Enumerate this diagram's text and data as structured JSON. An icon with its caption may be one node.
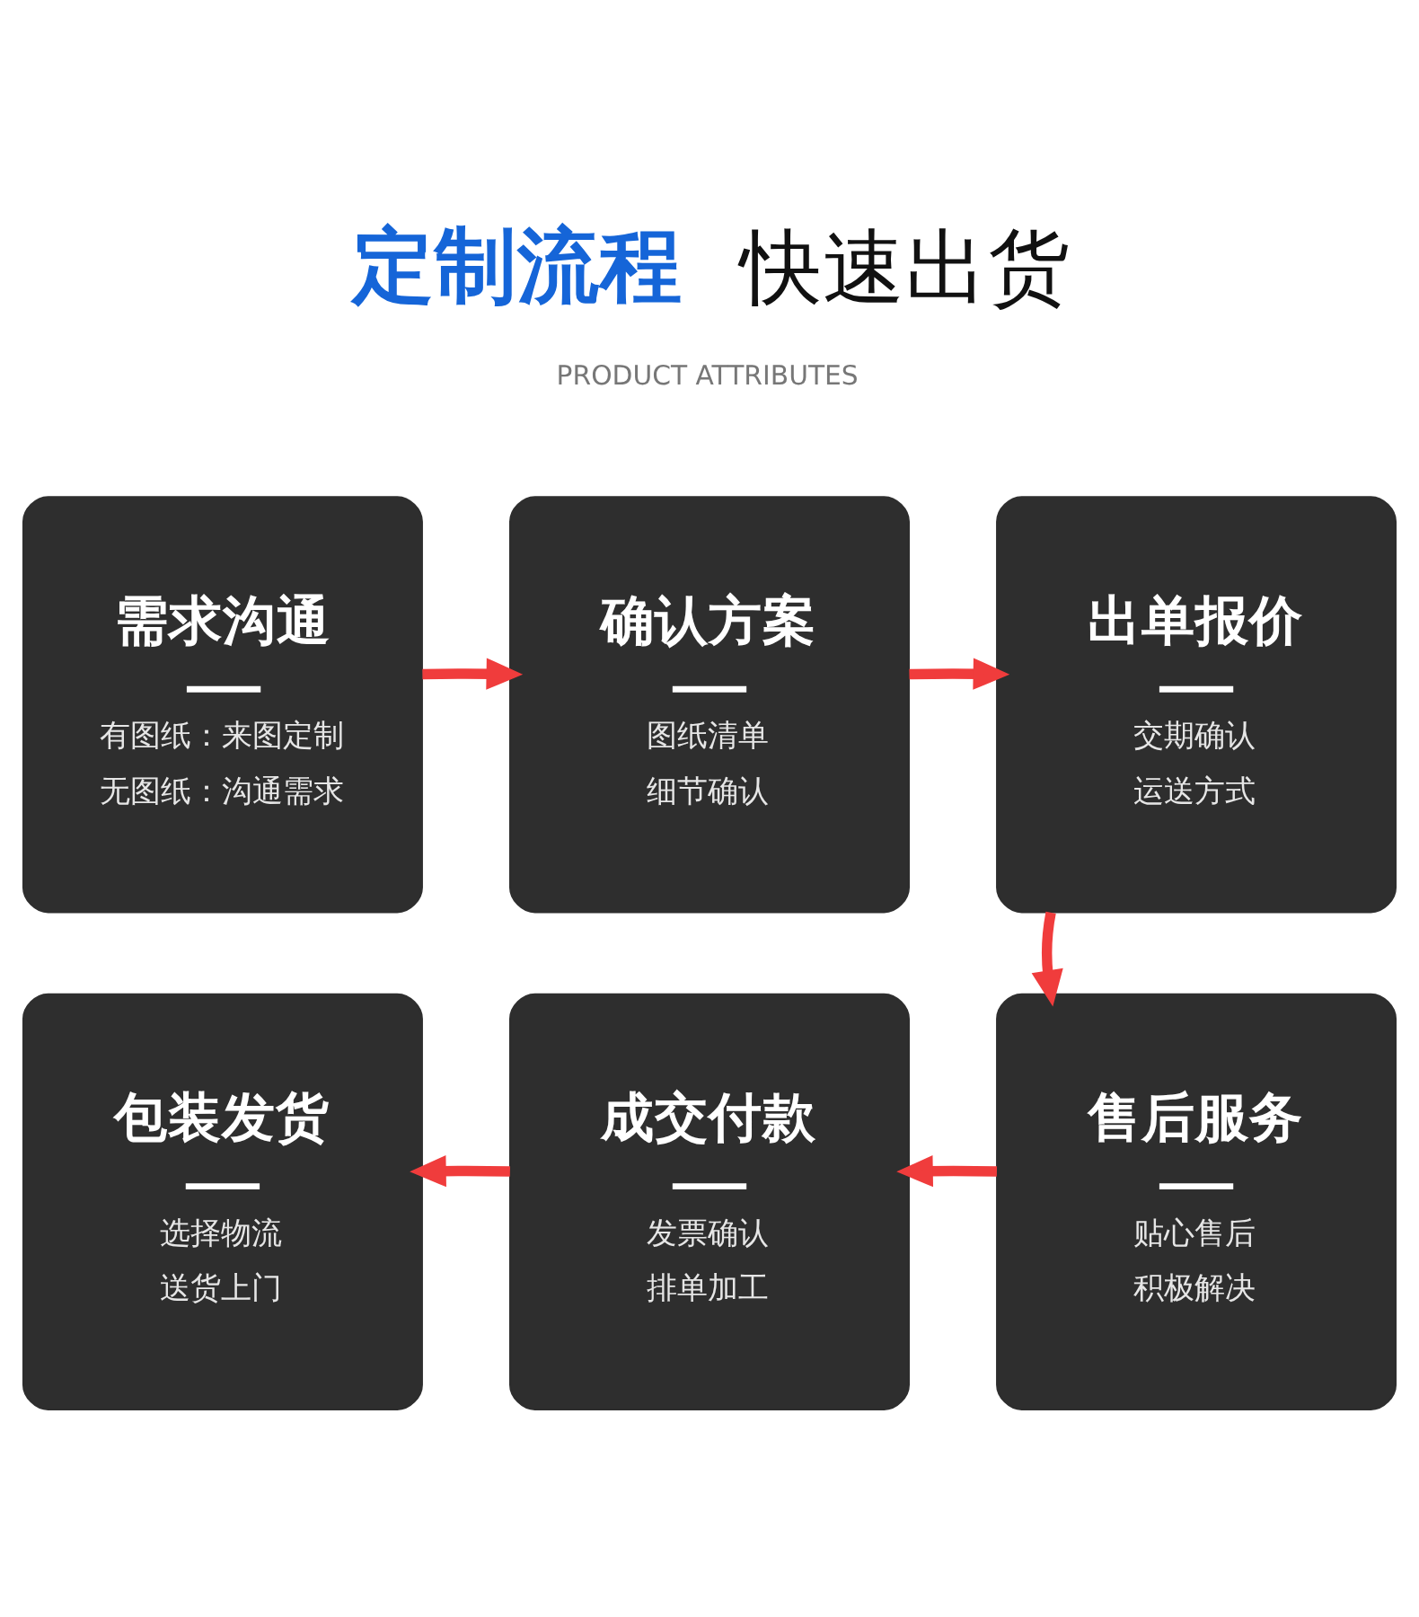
{
  "diagram": {
    "title": "定制流程 快速出货",
    "nodes": [
      {
        "text": [
          "需求沟通",
          "有图纸：来图定制",
          "无图纸：沟通需求"
        ]
      },
      {
        "text": [
          "确认方案",
          "图纸清单",
          "细节确认"
        ]
      },
      {
        "text": [
          "出单报价",
          "交期确认",
          "运送方式"
        ]
      },
      {
        "text": [
          "包装发货",
          "选择物流",
          "送货上门"
        ]
      },
      {
        "text": [
          "成交付款",
          "发票确认",
          "排单加工"
        ]
      },
      {
        "text": [
          "售后服务",
          "贴心售后",
          "积极解决"
        ]
      }
    ],
    "edges": [
      {
        "from": 0,
        "to": 1,
        "arrow": "to"
      },
      {
        "from": 1,
        "to": 2,
        "arrow": "to"
      },
      {
        "from": 2,
        "to": 5,
        "arrow": "to"
      },
      {
        "from": 5,
        "to": 4,
        "arrow": "to"
      },
      {
        "from": 4,
        "to": 3,
        "arrow": "to"
      }
    ],
    "labels": [
      "PRODUCT ATTRIBUTES"
    ]
  }
}
